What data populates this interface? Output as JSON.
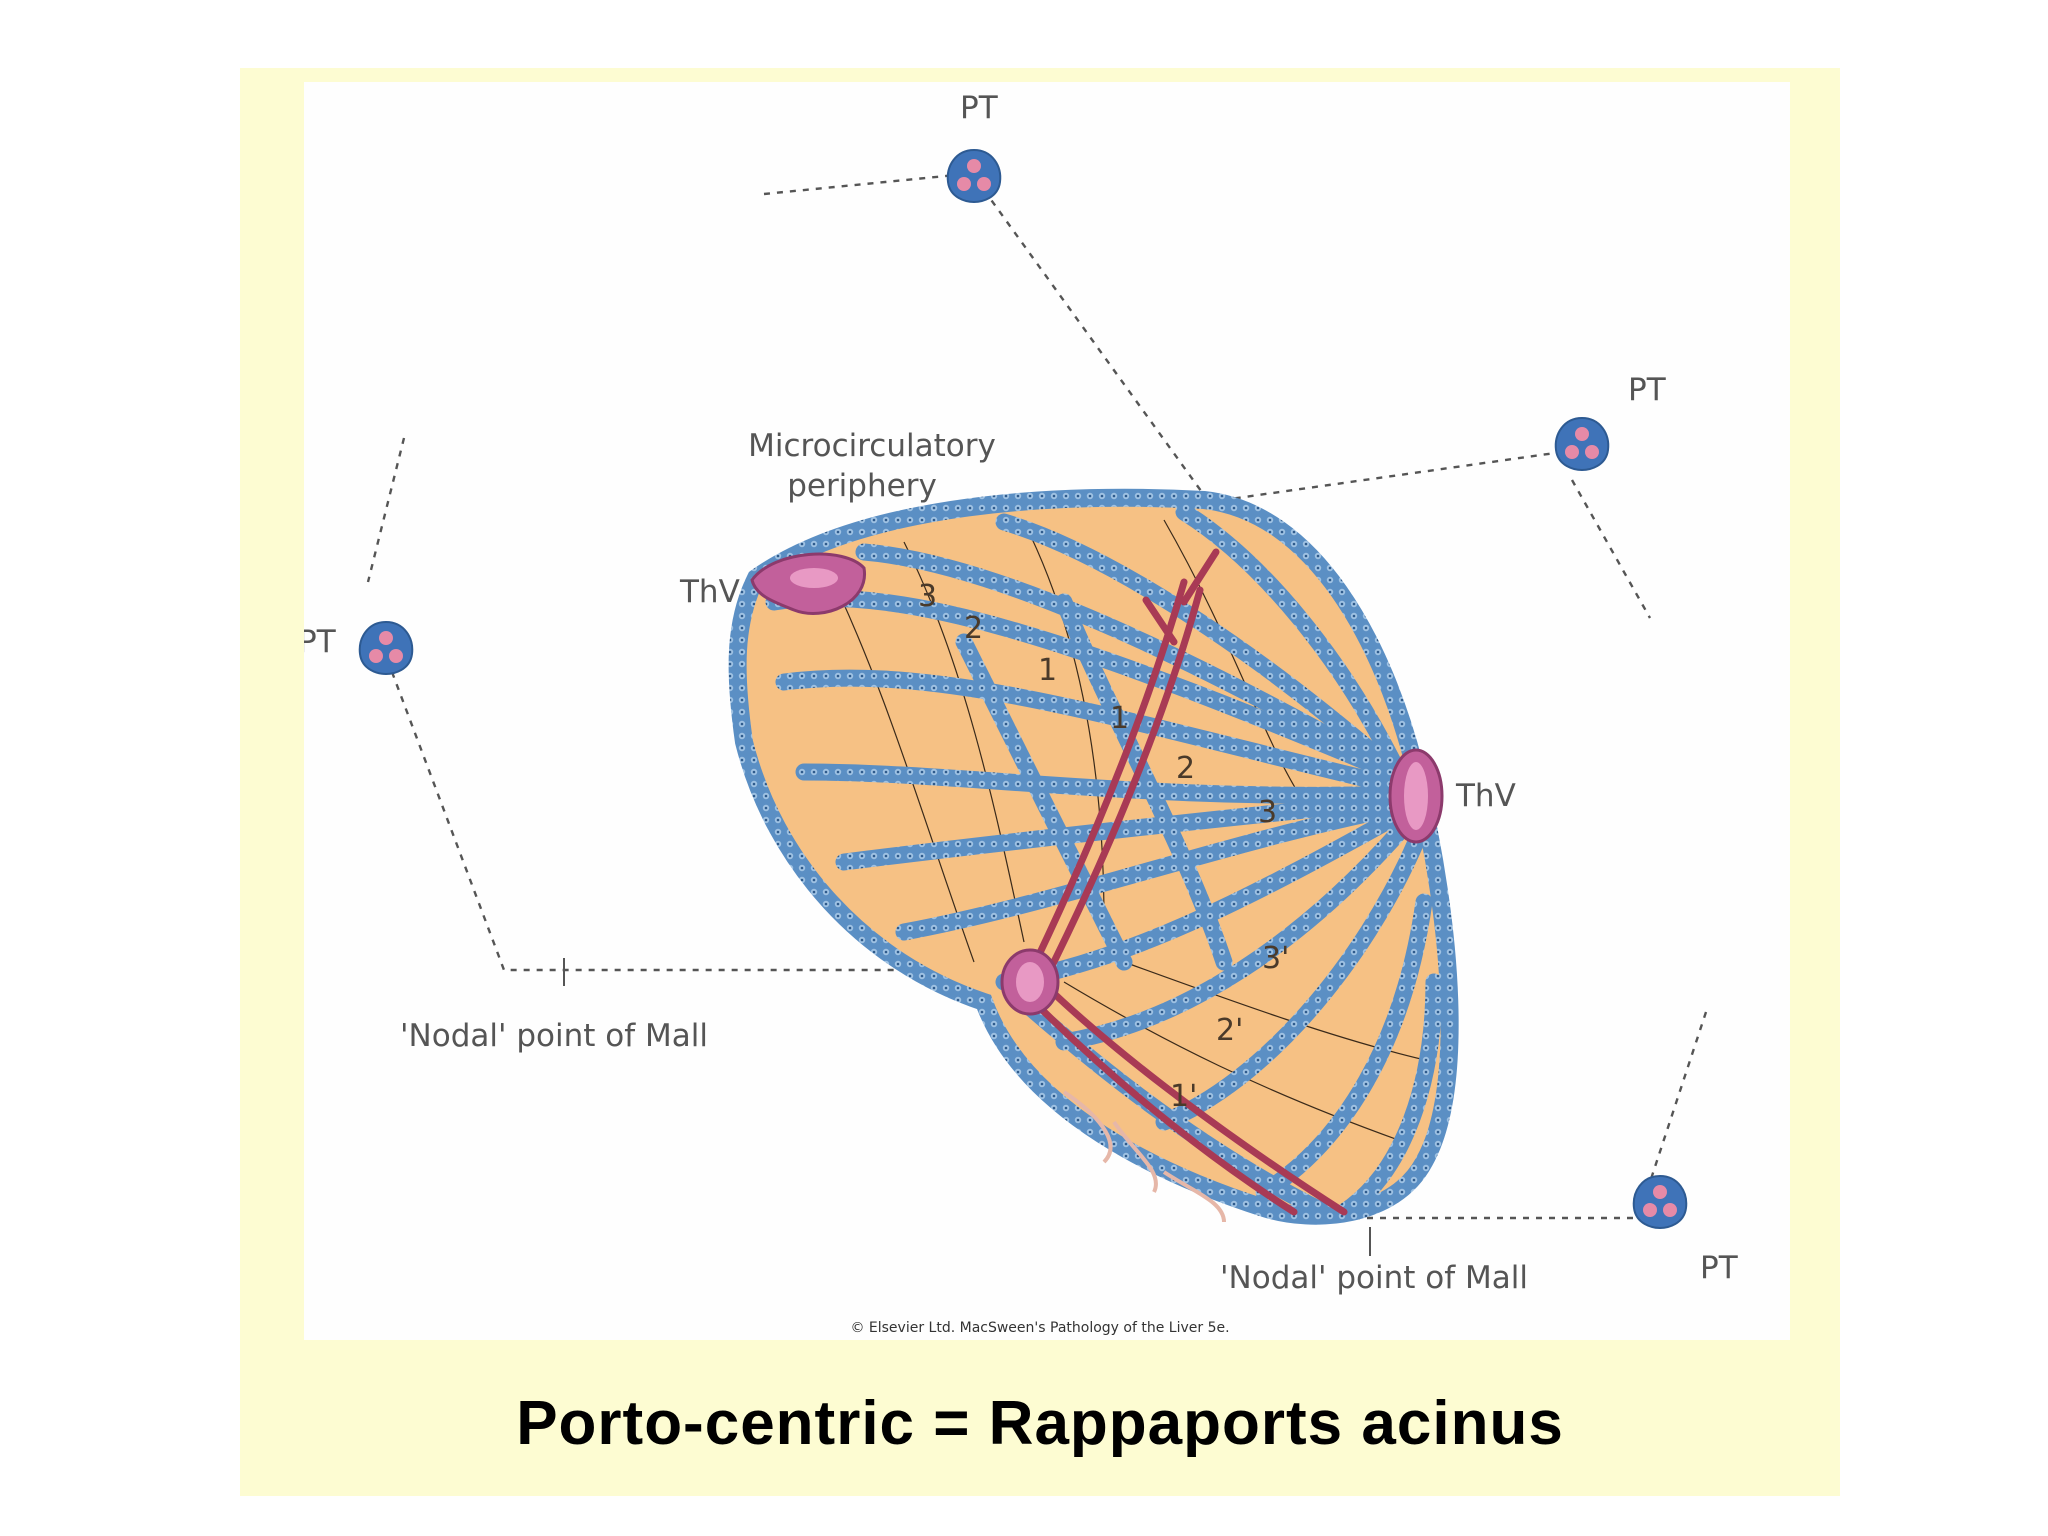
{
  "figure": {
    "labels": {
      "pt": "PT",
      "thv": "ThV",
      "microcirculatory_line1": "Microcirculatory",
      "microcirculatory_line2": "periphery",
      "nodal_point": "'Nodal' point of Mall"
    },
    "zones": {
      "z1": "1",
      "z2": "2",
      "z3": "3",
      "z1p": "1'",
      "z2p": "2'",
      "z3p": "3'"
    },
    "credit": "© Elsevier Ltd. MacSween's Pathology of the Liver 5e."
  },
  "caption": "Porto-centric = Rappaports acinus",
  "colors": {
    "slide_background": "#fdfcd2",
    "acinus_fill": "#f6c184",
    "sinusoid_blue": "#5b8fc4",
    "vein_magenta": "#c2609b",
    "arteriole_red": "#a83a55",
    "portal_tract_blue": "#3f73b8",
    "portal_tract_pink": "#e68aa7"
  },
  "icons": [
    "portal-tract-icon",
    "hepatic-venule-icon",
    "acinus-illustration"
  ]
}
